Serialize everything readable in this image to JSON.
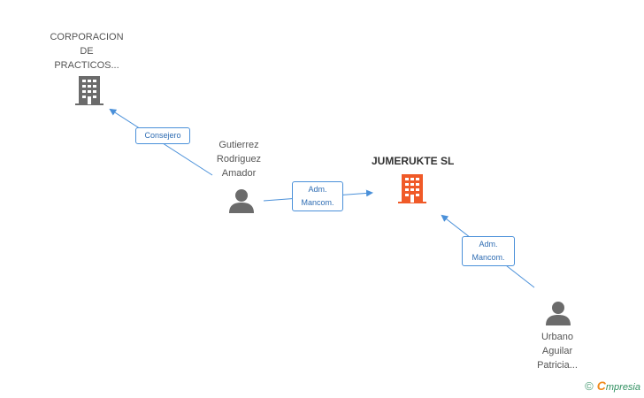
{
  "nodes": {
    "corporacion": {
      "label": "CORPORACION\nDE\nPRACTICOS..."
    },
    "gutierrez": {
      "label": "Gutierrez\nRodriguez\nAmador"
    },
    "jumerukte": {
      "label": "JUMERUKTE SL"
    },
    "urbano": {
      "label": "Urbano\nAguilar\nPatricia..."
    }
  },
  "edges": {
    "consejero": "Consejero",
    "adm_line1": "Adm.",
    "adm_line2": "Mancom.",
    "adm2_line1": "Adm.",
    "adm2_line2": "Mancom."
  },
  "footer": {
    "copyright": "©",
    "brand_first": "C",
    "brand_rest": "mpresia"
  },
  "colors": {
    "company": "#6b6b6b",
    "focus_company": "#f05a28",
    "person": "#6b6b6b",
    "edge": "#4a90d9"
  }
}
